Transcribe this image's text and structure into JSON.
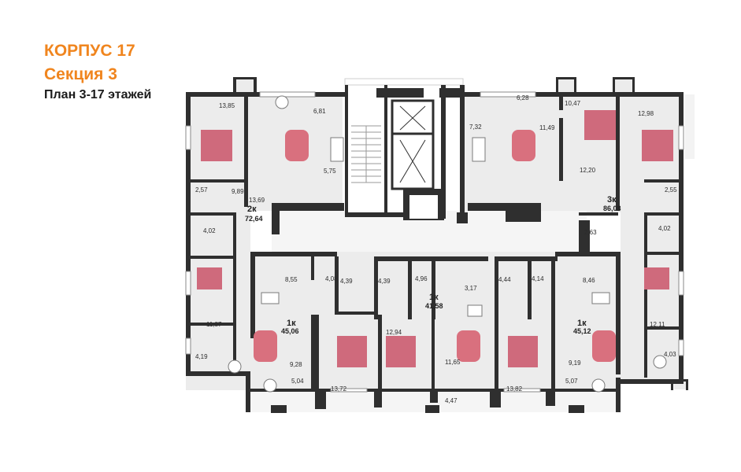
{
  "header": {
    "building": "КОРПУС 17",
    "section": "Секция 3",
    "plan": "План 3-17 этажей"
  },
  "apartments": [
    {
      "type": "2к",
      "area": "72,64"
    },
    {
      "type": "3к",
      "area": "86,08"
    },
    {
      "type": "1к",
      "area": "45,06"
    },
    {
      "type": "1к",
      "area": "41,58"
    },
    {
      "type": "1к",
      "area": "45,12"
    }
  ],
  "rooms": [
    "13,85",
    "6,81",
    "13,69",
    "5,75",
    "2,57",
    "9,89",
    "4,02",
    "8,55",
    "4,08",
    "11,87",
    "4,19",
    "9,28",
    "5,04",
    "4,39",
    "4,39",
    "4,96",
    "12,94",
    "13,72",
    "3,17",
    "11,65",
    "4,47",
    "4,44",
    "4,14",
    "13,82",
    "8,46",
    "9,19",
    "5,07",
    "12,11",
    "4,03",
    "2,63",
    "4,02",
    "2,55",
    "12,20",
    "12,98",
    "10,47",
    "6,28",
    "7,32",
    "11,49"
  ],
  "colors": {
    "title": "#f0851e",
    "walls": "#2f2f2f",
    "furniture_accent": "#cf6a7c"
  }
}
